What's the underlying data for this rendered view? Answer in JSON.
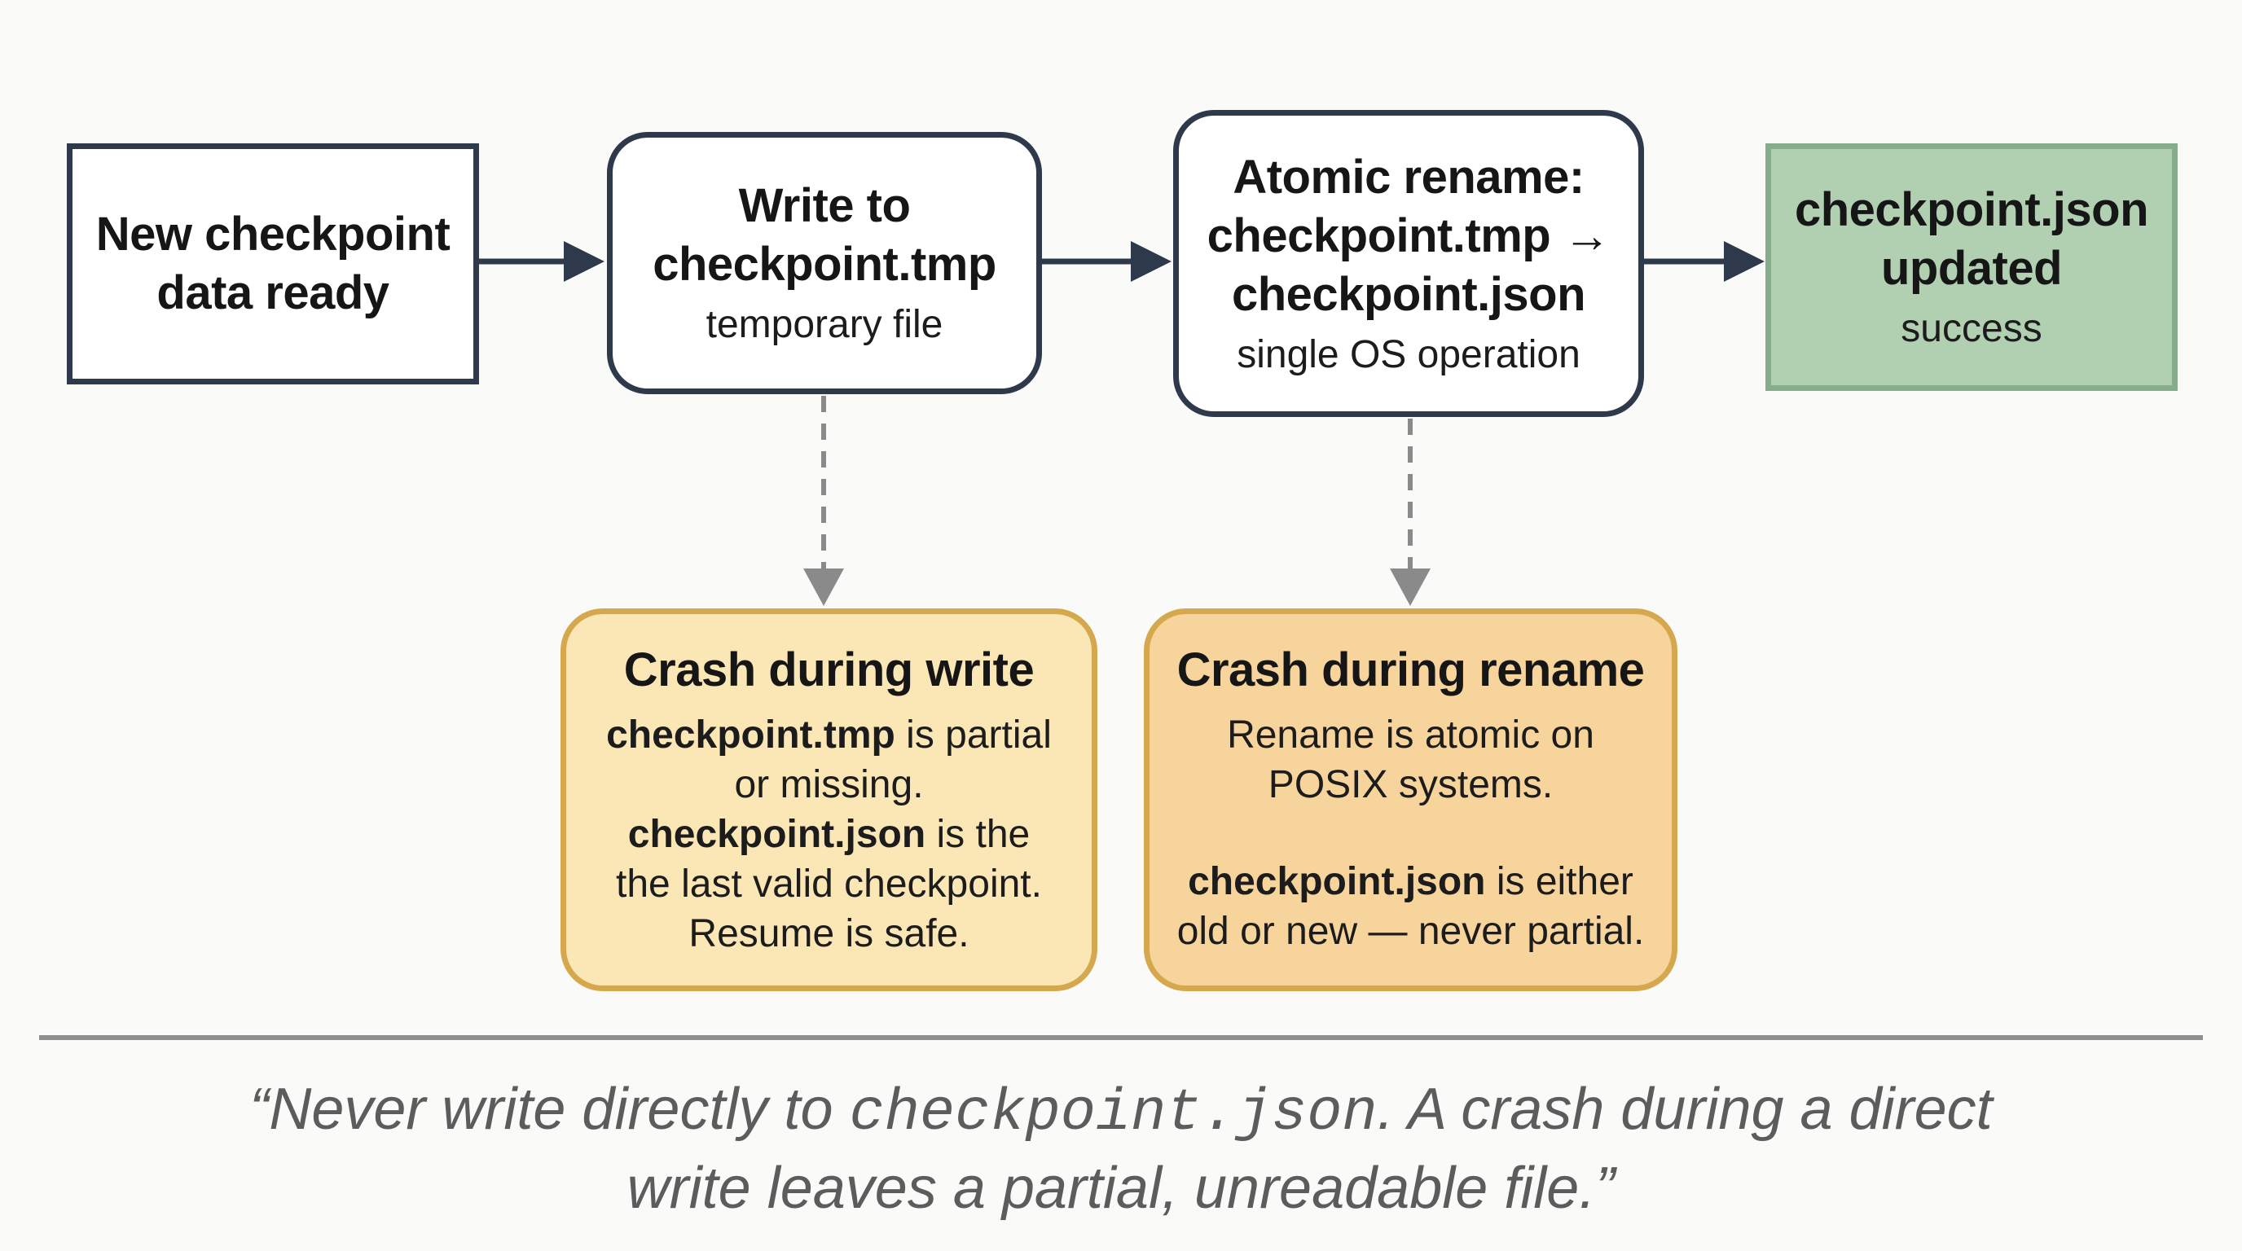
{
  "nodes": {
    "new_checkpoint": {
      "title_line1": "New checkpoint",
      "title_line2": "data ready"
    },
    "write_tmp": {
      "title_line1": "Write to",
      "title_line2": "checkpoint.tmp",
      "subtitle": "temporary file"
    },
    "atomic_rename": {
      "title_line1": "Atomic rename:",
      "title_line2": "checkpoint.tmp →",
      "title_line3": "checkpoint.json",
      "subtitle": "single OS operation"
    },
    "updated": {
      "title_line1": "checkpoint.json",
      "title_line2": "updated",
      "subtitle": "success"
    }
  },
  "crash_boxes": {
    "during_write": {
      "title": "Crash during write",
      "l1_bold": "checkpoint.tmp",
      "l1_rest": " is partial",
      "l2": "or missing.",
      "l3_bold": "checkpoint.json",
      "l3_rest": " is the",
      "l4": "the last valid checkpoint.",
      "l5": "Resume is safe."
    },
    "during_rename": {
      "title": "Crash during rename",
      "l1": "Rename is atomic on",
      "l2": "POSIX systems.",
      "l3_bold": "checkpoint.json",
      "l3_rest": " is either",
      "l4": "old or new — never partial."
    }
  },
  "quote": {
    "part1": "“Never write directly to ",
    "code": "checkpoint.json",
    "part2": ". A crash during a direct",
    "line2": "write leaves a partial, unreadable file.”"
  },
  "colors": {
    "stroke": "#2e3a4b",
    "dashed": "#8a8a8a",
    "success_fill": "#b0d0b1",
    "crash_write_fill": "#fbe6b5",
    "crash_rename_fill": "#f7d49b",
    "crash_border": "#d6a84e"
  }
}
